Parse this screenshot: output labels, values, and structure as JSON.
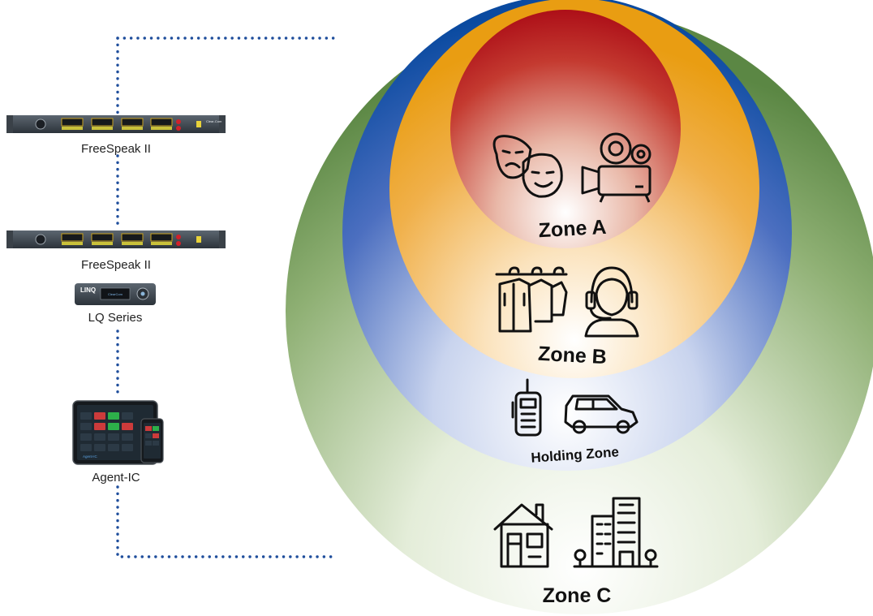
{
  "devices": [
    {
      "label": "FreeSpeak II",
      "icon": "freespeak-rack-unit-icon"
    },
    {
      "label": "FreeSpeak II",
      "icon": "freespeak-rack-unit-icon"
    },
    {
      "label": "LQ Series",
      "icon": "lq-interface-icon"
    },
    {
      "label": "Agent-IC",
      "icon": "tablet-phone-app-icon"
    }
  ],
  "zones": [
    {
      "label": "Zone C",
      "color": "#5f8b47",
      "icons": [
        "house-icon",
        "office-building-icon"
      ]
    },
    {
      "label": "Holding Zone",
      "color": "#0a4fa3",
      "icons": [
        "walkie-talkie-icon",
        "car-icon"
      ]
    },
    {
      "label": "Zone B",
      "color": "#eea21c",
      "icons": [
        "wardrobe-costumes-icon",
        "headset-operator-icon"
      ]
    },
    {
      "label": "Zone A",
      "color": "#b0141c",
      "icons": [
        "theater-masks-icon",
        "film-camera-icon"
      ]
    }
  ],
  "connector_color": "#1f4e9c",
  "device_panel_text": {
    "lq_logo": "LINQ",
    "lq_screen": "ClearCom",
    "rack_brand": "Clear-Com",
    "tablet_app": "Agent-IC"
  }
}
